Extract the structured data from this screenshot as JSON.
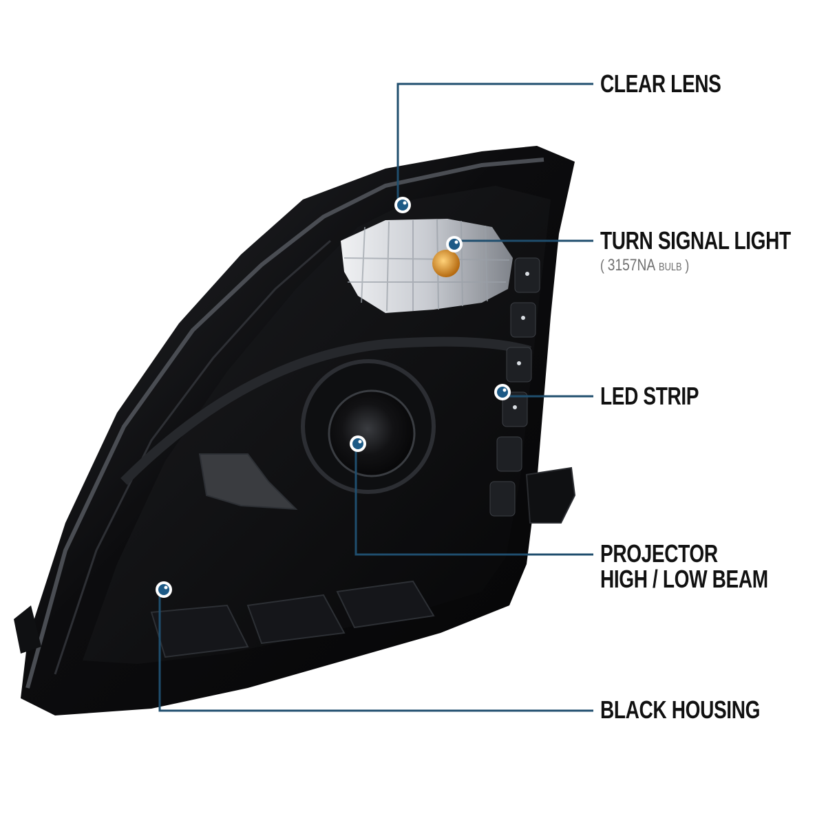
{
  "callouts": {
    "clear_lens": {
      "label": "CLEAR LENS"
    },
    "turn_signal": {
      "label": "TURN SIGNAL LIGHT",
      "note_open": "(",
      "note_bulb": "3157NA",
      "note_unit": "BULB",
      "note_close": ")"
    },
    "led_strip": {
      "label": "LED STRIP"
    },
    "projector": {
      "label_line1": "PROJECTOR",
      "label_line2": "HIGH / LOW BEAM"
    },
    "black_housing": {
      "label": "BLACK HOUSING"
    }
  },
  "colors": {
    "leader_line": "#1f4e6e",
    "marker_fill": "#1d5a86",
    "marker_ring": "#ffffff",
    "housing": "#0b0b0d",
    "bulb": "#d98a1c"
  }
}
